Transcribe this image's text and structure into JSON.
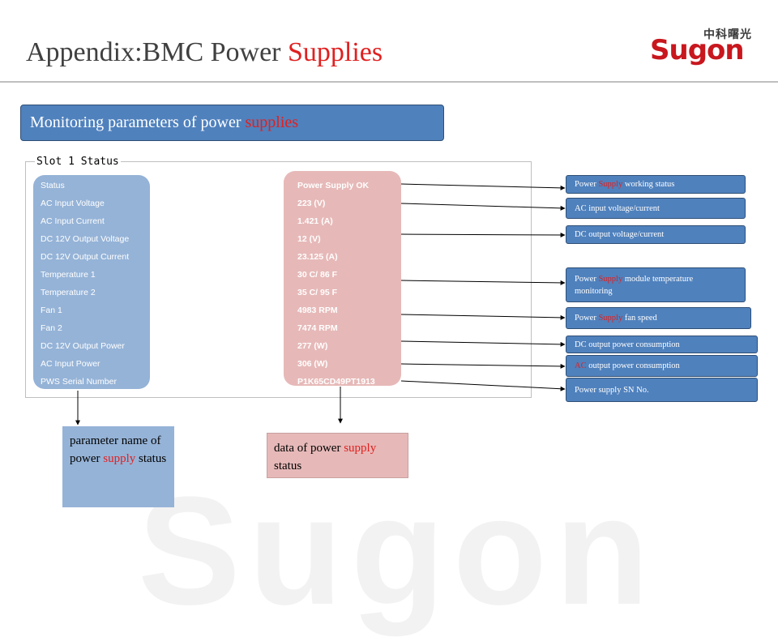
{
  "watermark": "Sugon",
  "title": {
    "prefix": "Appendix:BMC  Power ",
    "highlight": "Supplies"
  },
  "logo": {
    "cn": "中科曙光",
    "en": "Sugon"
  },
  "header": {
    "prefix": "Monitoring parameters of power ",
    "highlight": "supplies"
  },
  "slot": {
    "legend": "Slot 1 Status"
  },
  "rows": [
    {
      "param": "Status",
      "value": "Power Supply OK"
    },
    {
      "param": "AC Input Voltage",
      "value": "223 (V)"
    },
    {
      "param": "AC Input Current",
      "value": "1.421 (A)"
    },
    {
      "param": "DC 12V Output Voltage",
      "value": "12 (V)"
    },
    {
      "param": "DC 12V Output Current",
      "value": "23.125 (A)"
    },
    {
      "param": "Temperature 1",
      "value": "30 C/ 86 F"
    },
    {
      "param": "Temperature 2",
      "value": "35 C/ 95 F"
    },
    {
      "param": "Fan 1",
      "value": "4983 RPM"
    },
    {
      "param": "Fan 2",
      "value": "7474 RPM"
    },
    {
      "param": "DC 12V Output Power",
      "value": "277 (W)"
    },
    {
      "param": "AC Input Power",
      "value": "306 (W)"
    },
    {
      "param": "PWS Serial Number",
      "value": "P1K65CD49PT1913"
    }
  ],
  "descriptions": {
    "working_status": {
      "pre": "Power ",
      "red": "Supply",
      "post": " working status"
    },
    "ac_input": {
      "pre": "AC input voltage/current",
      "red": "",
      "post": ""
    },
    "dc_output": {
      "pre": "DC output voltage/current",
      "red": "",
      "post": ""
    },
    "temperature": {
      "pre": "Power ",
      "red": "Supply",
      "post": " module temperature monitoring"
    },
    "fan_speed": {
      "pre": "Power ",
      "red": "Supply",
      "post": "  fan speed"
    },
    "dc_power": {
      "pre": "DC output power consumption",
      "red": "",
      "post": ""
    },
    "ac_power": {
      "pre": "",
      "red": "AC",
      "post": " output power consumption"
    },
    "serial": {
      "pre": "Power supply SN No.",
      "red": "",
      "post": ""
    }
  },
  "notes": {
    "param": {
      "pre": "parameter name of power ",
      "red": "supply",
      "post": " status"
    },
    "value": {
      "pre": "data of power ",
      "red": "supply",
      "post": " status"
    }
  },
  "colors": {
    "accent_blue": "#4f81bd",
    "param_blue": "#95b3d7",
    "value_pink": "#e6b9b8",
    "highlight_red": "#e02020"
  }
}
